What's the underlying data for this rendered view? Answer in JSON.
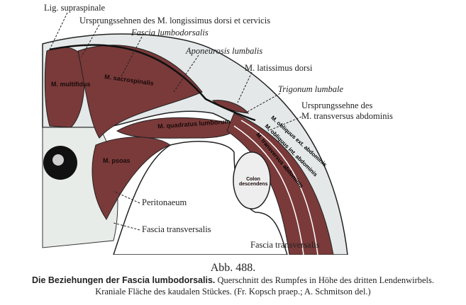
{
  "labels": {
    "lig_supraspinale": "Lig. supraspinale",
    "ursprungssehnen": "Ursprungssehnen des M. longissimus dorsi et cervicis",
    "fascia_lumbodorsalis": "Fascia lumbodorsalis",
    "aponeurosis_lumbalis": "Aponeurosis lumbalis",
    "latissimus": "M. latissimus dorsi",
    "trigonum": "Trigonum lumbale",
    "ursprungssehne_1": "Ursprungssehne des",
    "ursprungssehne_2": "M. transversus abdominis",
    "peritonaeum": "Peritonaeum",
    "fascia_transversalis_left": "Fascia transversalis",
    "fascia_transversalis_right": "Fascia transversalis"
  },
  "muscles": {
    "multifidus": "M. multifidus",
    "sacrospinalis": "M. sacrospinalis",
    "quadratus": "M. quadratus lumborum",
    "psoas": "M. psoas",
    "obliquus_ext": "M. obliquus ext. abdominis",
    "obliquus_int": "M. obliquus int. abdominis",
    "transversus": "M. transversus abdominis",
    "colon": "Colon descendens"
  },
  "caption": {
    "figure": "Abb. 488.",
    "title_bold": "Die Beziehungen der Fascia lumbodorsalis.",
    "line1_rest": " Querschnitt des Rumpfes in Höhe des dritten Lendenwirbels.",
    "line2": "Kraniale Fläche des kaudalen Stückes. (Fr. Kopsch praep.; A. Schmitson del.)"
  },
  "colors": {
    "muscle": "#7a3a3a",
    "fascia": "#dfe3e3",
    "outline": "#111111"
  }
}
